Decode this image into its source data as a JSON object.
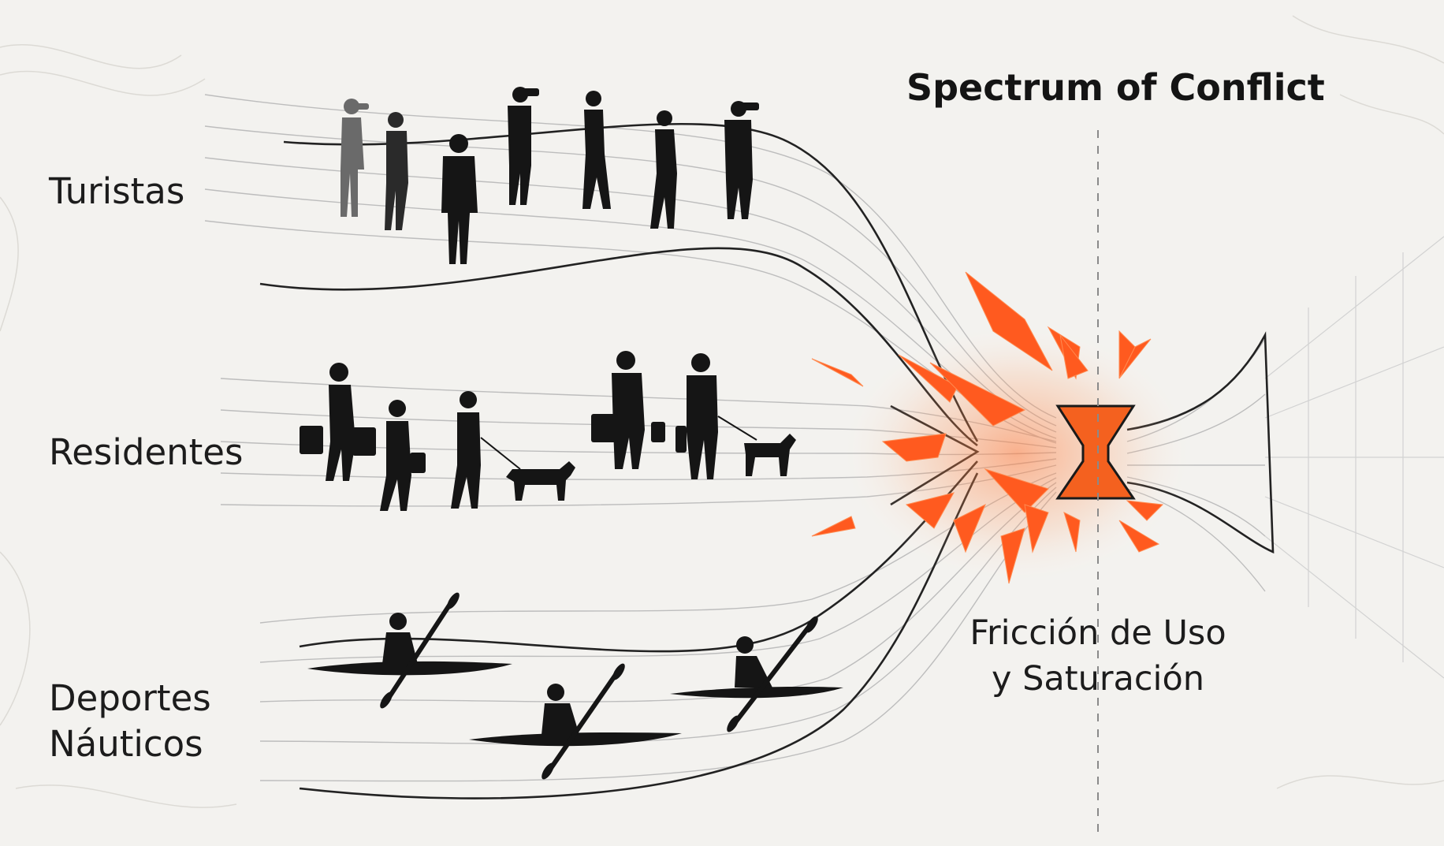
{
  "title": "Spectrum of Conflict",
  "groups": {
    "tourists": "Turistas",
    "residents": "Residentes",
    "water_sports_line1": "Deportes",
    "water_sports_line2": "Náuticos"
  },
  "outcome": {
    "line1": "Fricción de Uso",
    "line2": "y Saturación"
  },
  "colors": {
    "background": "#f3f2ef",
    "flow_lines": "#b9b9b9",
    "silhouettes": "#1a1a1a",
    "conflict_accent": "#ff5a1f"
  },
  "icons": [
    "tourist-silhouette",
    "resident-silhouette",
    "dog-silhouette",
    "kayaker-silhouette",
    "hourglass-bottleneck",
    "shard-burst"
  ]
}
